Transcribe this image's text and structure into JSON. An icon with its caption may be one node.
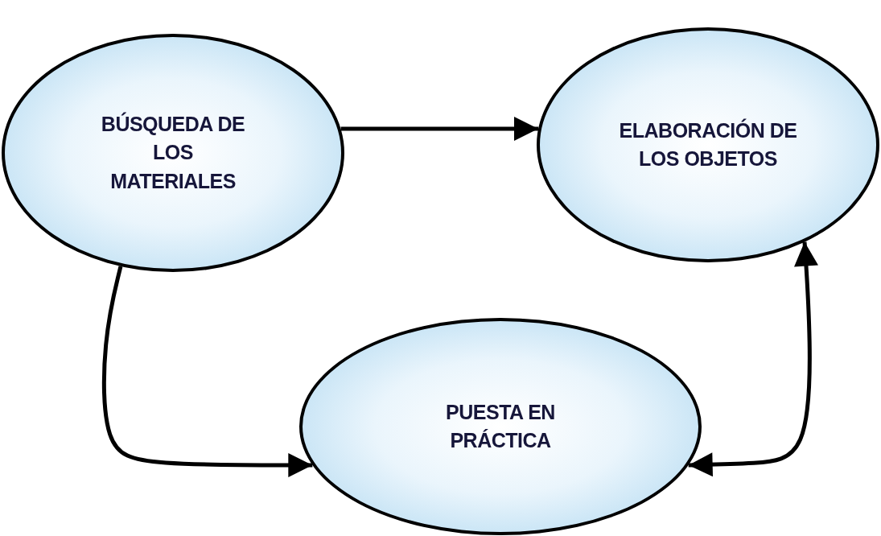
{
  "diagram": {
    "nodes": [
      {
        "text": [
          "BÚSQUEDA DE LOS MATERIALES"
        ]
      },
      {
        "text": [
          "ELABORACIÓN DE LOS OBJETOS"
        ]
      },
      {
        "text": [
          "PUESTA EN PRÁCTICA"
        ]
      }
    ],
    "edges": [
      {
        "from": 0,
        "to": 1,
        "arrow": "to"
      },
      {
        "from": 0,
        "to": 2,
        "arrow": "to"
      },
      {
        "from": 2,
        "to": 1,
        "arrow": "both"
      }
    ]
  }
}
